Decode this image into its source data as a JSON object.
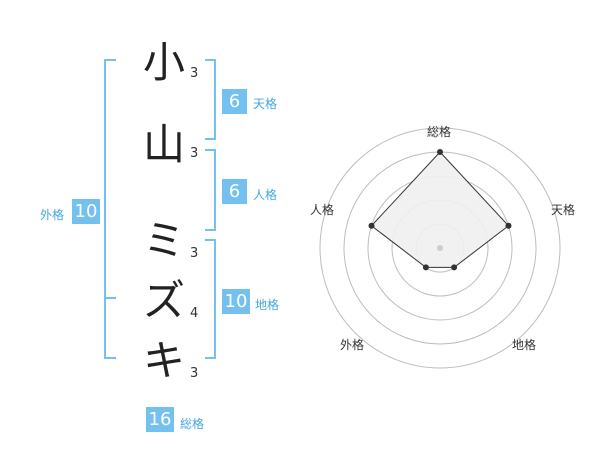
{
  "name": {
    "chars": [
      {
        "char": "小",
        "strokes": "3"
      },
      {
        "char": "山",
        "strokes": "3"
      },
      {
        "char": "ミ",
        "strokes": "3"
      },
      {
        "char": "ズ",
        "strokes": "4"
      },
      {
        "char": "キ",
        "strokes": "3"
      }
    ]
  },
  "kaku": {
    "tenkaku": {
      "value": "6",
      "label": "天格"
    },
    "jinkaku": {
      "value": "6",
      "label": "人格"
    },
    "chikaku": {
      "value": "10",
      "label": "地格"
    },
    "gaikaku": {
      "value": "10",
      "label": "外格"
    },
    "soukaku": {
      "value": "16",
      "label": "総格"
    }
  },
  "radar": {
    "axes": [
      "総格",
      "天格",
      "地格",
      "外格",
      "人格"
    ],
    "levels": 5,
    "values": [
      4,
      3,
      1,
      1,
      3
    ],
    "max": 4
  },
  "colors": {
    "accent": "#74c1ef",
    "label": "#45a7e0",
    "bracket": "#74c1ef",
    "ring": "#bdbdbd",
    "fill": "#efefef",
    "line": "#333333"
  }
}
